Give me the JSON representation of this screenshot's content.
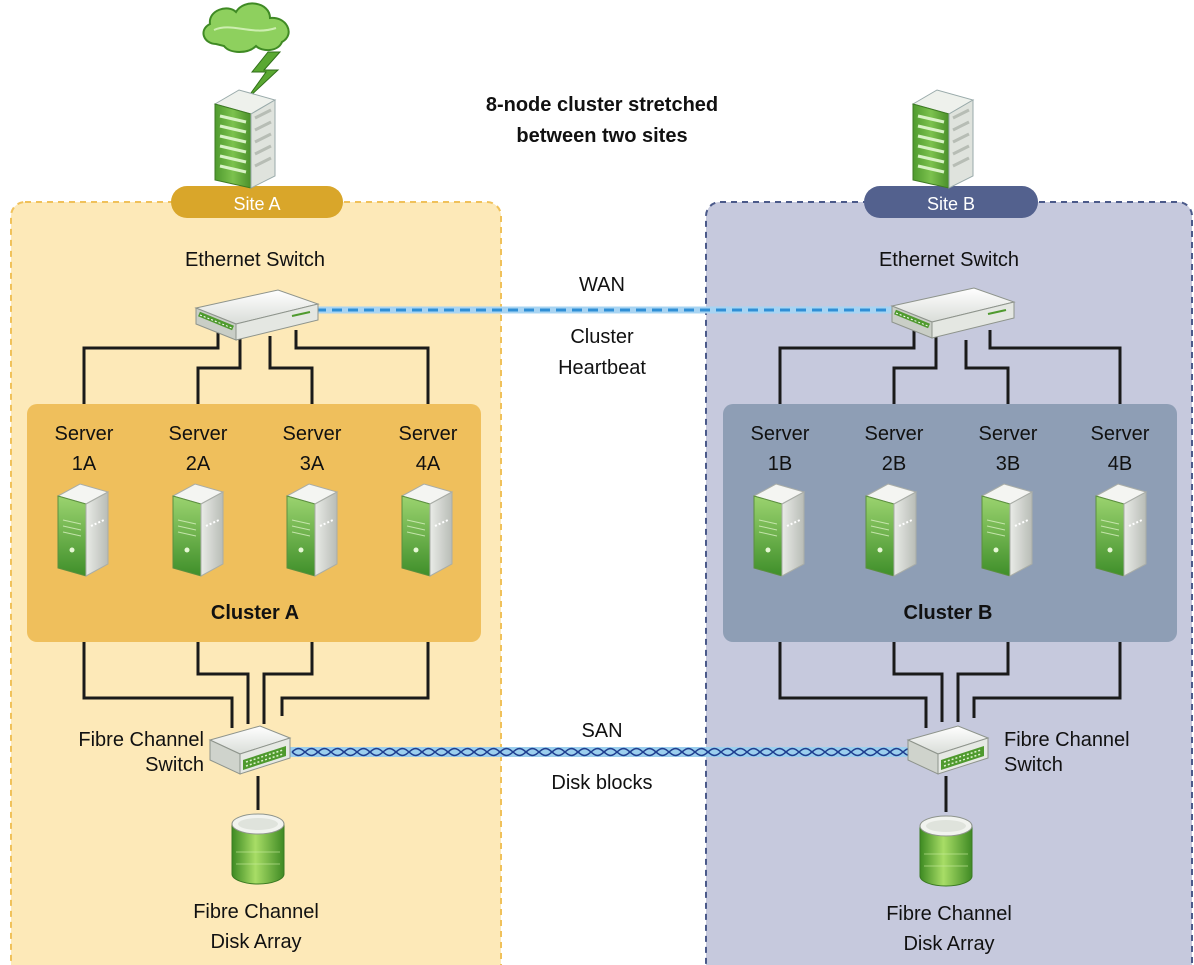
{
  "title": [
    "8-node cluster stretched",
    "between two sites"
  ],
  "links": {
    "wan_top": "WAN",
    "wan_bottom": [
      "Cluster",
      "Heartbeat"
    ],
    "san_top": "SAN",
    "san_bottom": "Disk blocks"
  },
  "site_a": {
    "label": "Site A",
    "switch_label": "Ethernet Switch",
    "cluster_label": "Cluster A",
    "servers": [
      [
        "Server",
        "1A"
      ],
      [
        "Server",
        "2A"
      ],
      [
        "Server",
        "3A"
      ],
      [
        "Server",
        "4A"
      ]
    ],
    "fc_switch_label": [
      "Fibre Channel",
      "Switch"
    ],
    "disk_label": [
      "Fibre Channel",
      "Disk Array"
    ]
  },
  "site_b": {
    "label": "Site B",
    "switch_label": "Ethernet Switch",
    "cluster_label": "Cluster B",
    "servers": [
      [
        "Server",
        "1B"
      ],
      [
        "Server",
        "2B"
      ],
      [
        "Server",
        "3B"
      ],
      [
        "Server",
        "4B"
      ]
    ],
    "fc_switch_label": [
      "Fibre Channel",
      "Switch"
    ],
    "disk_label": [
      "Fibre Channel",
      "Disk Array"
    ]
  },
  "colors": {
    "site_a_bg": "#fde9b8",
    "site_a_border": "#f0c15a",
    "site_a_pill": "#d9a62a",
    "cluster_a": "#efbf5c",
    "site_b_bg": "#c6c9dd",
    "site_b_border": "#4b5a8a",
    "site_b_pill": "#53618e",
    "cluster_b": "#8e9eb5",
    "cable": "#1a1a1a",
    "link_blue": "#2f8fd6",
    "device_green": "#5fae3a"
  },
  "icons": [
    "cloud-lightning-icon",
    "building-icon",
    "ethernet-switch-icon",
    "server-tower-icon",
    "fc-switch-icon",
    "disk-array-icon"
  ]
}
